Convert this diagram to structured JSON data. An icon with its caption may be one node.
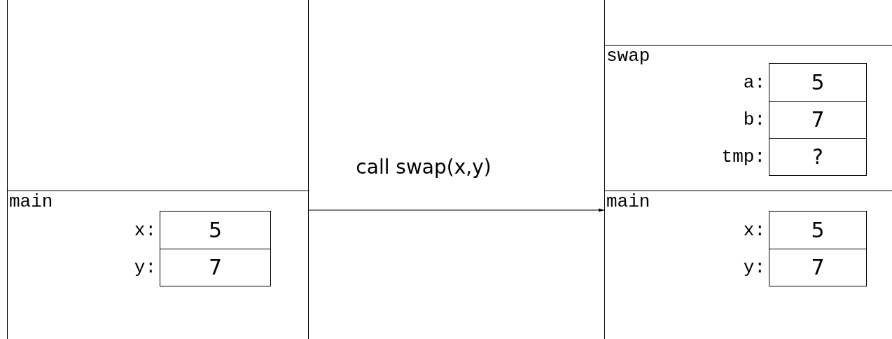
{
  "diagram": {
    "nodes": [
      {
        "text": [],
        "shape": "box"
      },
      {
        "text": [
          "main"
        ],
        "in": 0
      },
      {
        "text": [
          "5"
        ],
        "in": 1,
        "beside": [
          "x:"
        ]
      },
      {
        "text": [
          "7"
        ],
        "in": 1,
        "beside": [
          "y:"
        ]
      },
      {
        "text": [],
        "shape": "box"
      },
      {
        "text": [
          "swap"
        ],
        "in": 4
      },
      {
        "text": [
          "5"
        ],
        "in": 5,
        "beside": [
          "a:"
        ]
      },
      {
        "text": [
          "7"
        ],
        "in": 5,
        "beside": [
          "b:"
        ]
      },
      {
        "text": [
          "?"
        ],
        "in": 5,
        "beside": [
          "tmp:"
        ]
      },
      {
        "text": [
          "main"
        ],
        "in": 4
      },
      {
        "text": [
          "5"
        ],
        "in": 9,
        "beside": [
          "x:"
        ]
      },
      {
        "text": [
          "7"
        ],
        "in": 9,
        "beside": [
          "y:"
        ]
      }
    ],
    "edges": [
      {
        "from": 0,
        "to": 4,
        "arrow": "to",
        "label": "call swap(x,y)"
      }
    ]
  }
}
